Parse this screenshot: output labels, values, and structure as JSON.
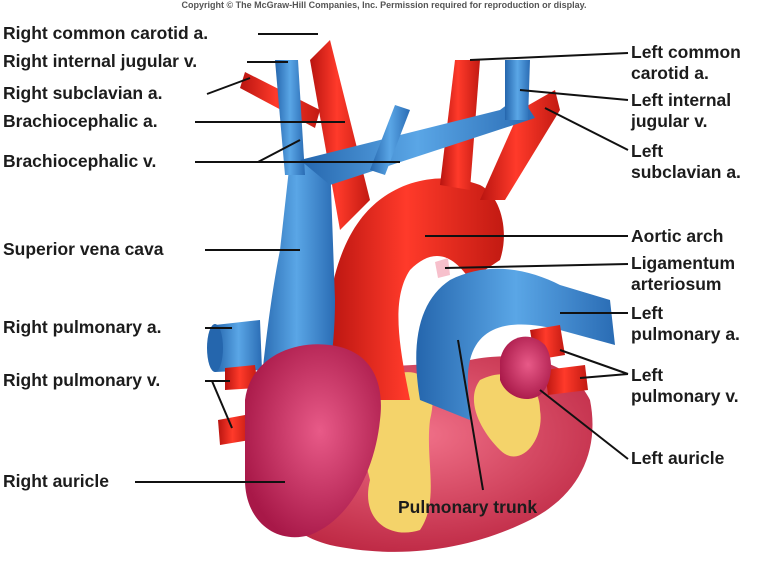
{
  "copyright": "Copyright © The McGraw-Hill Companies, Inc. Permission required for reproduction or display.",
  "labels_left": [
    {
      "id": "right-common-carotid",
      "text": "Right common carotid a."
    },
    {
      "id": "right-internal-jugular",
      "text": "Right internal jugular v."
    },
    {
      "id": "right-subclavian",
      "text": "Right subclavian a."
    },
    {
      "id": "brachiocephalic-a",
      "text": "Brachiocephalic a."
    },
    {
      "id": "brachiocephalic-v",
      "text": "Brachiocephalic v."
    },
    {
      "id": "superior-vena-cava",
      "text": "Superior vena cava"
    },
    {
      "id": "right-pulmonary-a",
      "text": "Right pulmonary a."
    },
    {
      "id": "right-pulmonary-v",
      "text": "Right pulmonary v."
    },
    {
      "id": "right-auricle",
      "text": "Right auricle"
    }
  ],
  "labels_right": [
    {
      "id": "left-common-carotid",
      "lines": [
        "Left common",
        "carotid a."
      ]
    },
    {
      "id": "left-internal-jugular",
      "lines": [
        "Left internal",
        "jugular v."
      ]
    },
    {
      "id": "left-subclavian",
      "lines": [
        "Left",
        "subclavian a."
      ]
    },
    {
      "id": "aortic-arch",
      "lines": [
        "Aortic arch"
      ]
    },
    {
      "id": "ligamentum-arteriosum",
      "lines": [
        "Ligamentum",
        "arteriosum"
      ]
    },
    {
      "id": "left-pulmonary-a",
      "lines": [
        "Left",
        "pulmonary a."
      ]
    },
    {
      "id": "left-pulmonary-v",
      "lines": [
        "Left",
        "pulmonary v."
      ]
    },
    {
      "id": "left-auricle",
      "lines": [
        "Left auricle"
      ]
    }
  ],
  "label_bottom": {
    "id": "pulmonary-trunk",
    "text": "Pulmonary trunk"
  },
  "colors": {
    "artery": "#e8251c",
    "artery_dark": "#b81410",
    "vein": "#3f8fd6",
    "vein_dark": "#2566ad",
    "muscle": "#d8344f",
    "auricle": "#c42a5a",
    "fat": "#f4d36a",
    "leader": "#111111"
  }
}
